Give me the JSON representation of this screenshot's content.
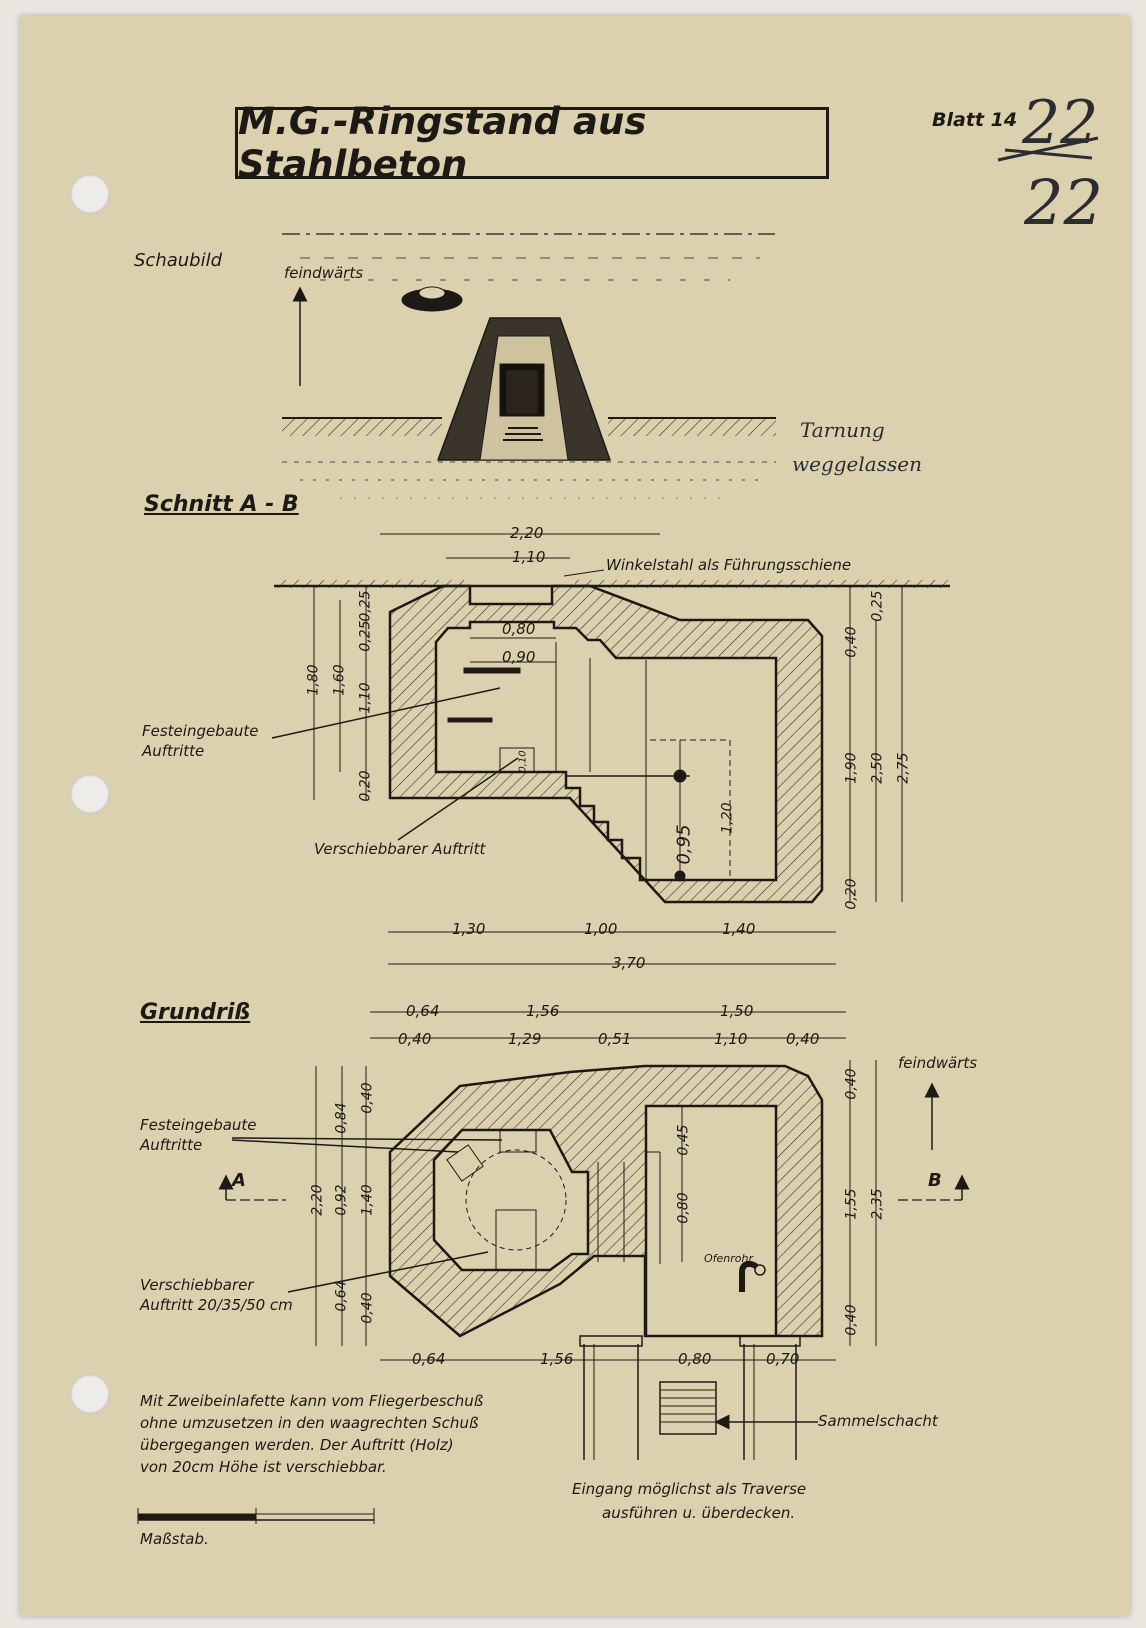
{
  "title": "M.G.-Ringstand aus Stahlbeton",
  "sheet": {
    "blatt_label": "Blatt 14",
    "handwritten_crossed": "22",
    "handwritten_number": "22",
    "handwritten_note_line1": "Tarnung",
    "handwritten_note_line2": "weggelassen"
  },
  "schaubild": {
    "label": "Schaubild",
    "direction": "feindwärts"
  },
  "schnitt": {
    "label": "Schnitt A - B",
    "annotations": {
      "winkelstahl": "Winkelstahl als Führungsschiene",
      "festeingebaute_1": "Festeingebaute",
      "festeingebaute_2": "Auftritte",
      "verschiebbarer": "Verschiebbarer Auftritt"
    },
    "dims": {
      "top_220": "2,20",
      "top_110": "1,10",
      "d080": "0,80",
      "d090": "0,90",
      "v180": "1,80",
      "v160": "1,60",
      "v110": "1,10",
      "v025a": "0,25",
      "v025b": "0,25",
      "v020": "0,20",
      "v025r": "0,25",
      "v040": "0,40",
      "v190": "1,90",
      "v250": "2,50",
      "v275": "2,75",
      "v020r": "0,20",
      "v095": "0,95",
      "v120": "1,20",
      "v010": "0,10",
      "b130": "1,30",
      "b100": "1,00",
      "b140": "1,40",
      "b370": "3,70"
    }
  },
  "grundriss": {
    "label": "Grundriß",
    "annotations": {
      "festeingebaute_1": "Festeingebaute",
      "festeingebaute_2": "Auftritte",
      "verschiebbarer_1": "Verschiebbarer",
      "verschiebbarer_2": "Auftritt  20/35/50 cm",
      "ofenrohr": "Ofenrohr",
      "sammelschacht": "Sammelschacht",
      "direction": "feindwärts",
      "marker_a": "A",
      "marker_b": "B"
    },
    "dims": {
      "t064": "0,64",
      "t156": "1,56",
      "t150": "1,50",
      "t040a": "0,40",
      "t129": "1,29",
      "t051": "0,51",
      "t110": "1,10",
      "t040b": "0,40",
      "l084": "0,84",
      "l040": "0,40",
      "l220": "2,20",
      "l092": "0,92",
      "l140": "1,40",
      "l064": "0,64",
      "l040b": "0,40",
      "c045": "0,45",
      "c080": "0,80",
      "r040a": "0,40",
      "r155": "1,55",
      "r235": "2,35",
      "r040b": "0,40",
      "b064": "0,64",
      "b156": "1,56",
      "b080": "0,80",
      "b070": "0,70"
    }
  },
  "notes": {
    "line1": "Mit Zweibeinlafette kann vom Fliegerbeschuß",
    "line2": "ohne umzusetzen in den waagrechten Schuß",
    "line3": "übergegangen werden. Der Auftritt (Holz)",
    "line4": "von 20cm Höhe ist verschiebbar.",
    "massstab": "Maßstab.",
    "eingang_1": "Eingang möglichst als Traverse",
    "eingang_2": "ausführen u. überdecken."
  }
}
